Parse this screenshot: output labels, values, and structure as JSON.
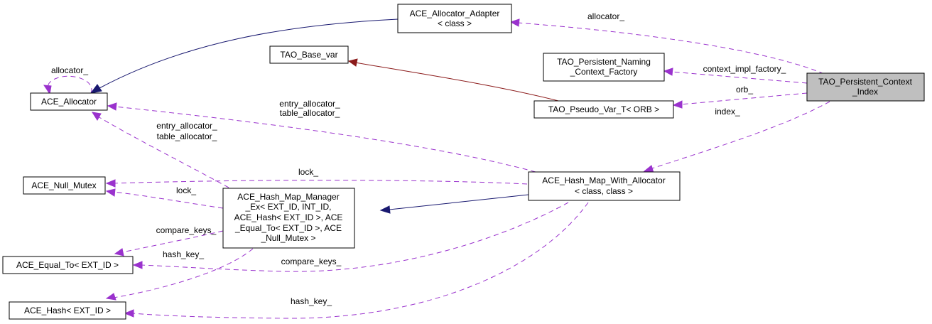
{
  "diagram": {
    "title": "TAO_Persistent_Context_Index collaboration graph",
    "colors": {
      "usage_edge": "#9a32cd",
      "inheritance_edge": "#191970",
      "template_edge": "#8b1a1a",
      "focus_node_fill": "#bfbfbf"
    },
    "nodes": [
      {
        "id": "focus",
        "lines": [
          "TAO_Persistent_Context",
          "_Index"
        ],
        "focus": true
      },
      {
        "id": "allocator_adapter",
        "lines": [
          "ACE_Allocator_Adapter",
          "< class >"
        ]
      },
      {
        "id": "base_var",
        "lines": [
          "TAO_Base_var"
        ]
      },
      {
        "id": "naming_factory",
        "lines": [
          "TAO_Persistent_Naming",
          "_Context_Factory"
        ]
      },
      {
        "id": "pseudo_var",
        "lines": [
          "TAO_Pseudo_Var_T< ORB >"
        ]
      },
      {
        "id": "allocator",
        "lines": [
          "ACE_Allocator"
        ]
      },
      {
        "id": "null_mutex",
        "lines": [
          "ACE_Null_Mutex"
        ]
      },
      {
        "id": "hash_map_manager",
        "lines": [
          "ACE_Hash_Map_Manager",
          "_Ex< EXT_ID, INT_ID,",
          " ACE_Hash< EXT_ID >, ACE",
          "_Equal_To< EXT_ID >, ACE",
          "_Null_Mutex >"
        ]
      },
      {
        "id": "hash_map_with_allocator",
        "lines": [
          "ACE_Hash_Map_With_Allocator",
          "< class, class >"
        ]
      },
      {
        "id": "equal_to",
        "lines": [
          "ACE_Equal_To< EXT_ID >"
        ]
      },
      {
        "id": "hash",
        "lines": [
          "ACE_Hash< EXT_ID >"
        ]
      }
    ],
    "edges": [
      {
        "id": "e_alloc_self",
        "from": "allocator",
        "to": "allocator",
        "kind": "usage",
        "label": [
          "allocator_"
        ]
      },
      {
        "id": "e_adapter_alloc",
        "from": "allocator_adapter",
        "to": "allocator",
        "kind": "inheritance",
        "label": []
      },
      {
        "id": "e_focus_adapter",
        "from": "focus",
        "to": "allocator_adapter",
        "kind": "usage",
        "label": [
          "allocator_"
        ]
      },
      {
        "id": "e_pseudo_base",
        "from": "pseudo_var",
        "to": "base_var",
        "kind": "template",
        "label": []
      },
      {
        "id": "e_focus_factory",
        "from": "focus",
        "to": "naming_factory",
        "kind": "usage",
        "label": [
          "context_impl_factory_"
        ]
      },
      {
        "id": "e_focus_orb",
        "from": "focus",
        "to": "pseudo_var",
        "kind": "usage",
        "label": [
          "orb_"
        ]
      },
      {
        "id": "e_focus_index",
        "from": "focus",
        "to": "hash_map_with_allocator",
        "kind": "usage",
        "label": [
          "index_"
        ]
      },
      {
        "id": "e_hmwa_alloc",
        "from": "hash_map_with_allocator",
        "to": "allocator",
        "kind": "usage",
        "label": [
          "entry_allocator_",
          "table_allocator_"
        ]
      },
      {
        "id": "e_hmm_alloc",
        "from": "hash_map_manager",
        "to": "allocator",
        "kind": "usage",
        "label": [
          "entry_allocator_",
          "table_allocator_"
        ]
      },
      {
        "id": "e_hmwa_mutex",
        "from": "hash_map_with_allocator",
        "to": "null_mutex",
        "kind": "usage",
        "label": [
          "lock_"
        ]
      },
      {
        "id": "e_hmm_mutex",
        "from": "hash_map_manager",
        "to": "null_mutex",
        "kind": "usage",
        "label": [
          "lock_"
        ]
      },
      {
        "id": "e_hmwa_hmm",
        "from": "hash_map_with_allocator",
        "to": "hash_map_manager",
        "kind": "inheritance",
        "label": []
      },
      {
        "id": "e_hmm_equal",
        "from": "hash_map_manager",
        "to": "equal_to",
        "kind": "usage",
        "label": [
          "compare_keys_"
        ]
      },
      {
        "id": "e_hmwa_equal",
        "from": "hash_map_with_allocator",
        "to": "equal_to",
        "kind": "usage",
        "label": [
          "compare_keys_"
        ]
      },
      {
        "id": "e_hmm_hash",
        "from": "hash_map_manager",
        "to": "hash",
        "kind": "usage",
        "label": [
          "hash_key_"
        ]
      },
      {
        "id": "e_hmwa_hash",
        "from": "hash_map_with_allocator",
        "to": "hash",
        "kind": "usage",
        "label": [
          "hash_key_"
        ]
      }
    ]
  }
}
